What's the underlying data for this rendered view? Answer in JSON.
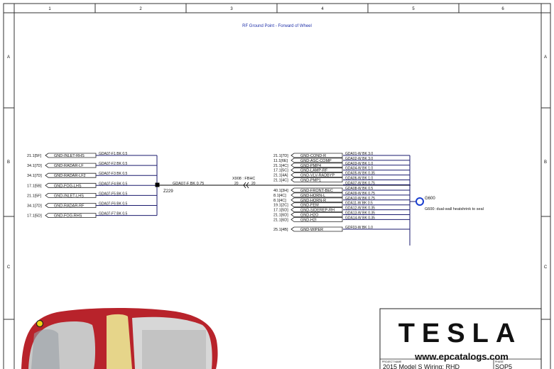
{
  "grid": {
    "columns": [
      "1",
      "2",
      "3",
      "4",
      "5",
      "6"
    ],
    "rows": [
      "A",
      "B",
      "C"
    ]
  },
  "header_note": "RF Ground Point - Forward of Wheel",
  "left_branches": [
    {
      "ref": "21.1[5F]",
      "conn": "GND-INLET-RHS",
      "wire": "GDA07-F1 BK 0.5"
    },
    {
      "ref": "34.1[7D]",
      "conn": "GND-RADAR-LF",
      "wire": "GDA07-F2 BK 0.5"
    },
    {
      "ref": "34.1[7D]",
      "conn": "GND-RADAR-LF2",
      "wire": "GDA07-F3 BK 0.5"
    },
    {
      "ref": "17.1[5B]",
      "conn": "GND-FOG-LHS",
      "wire": "GDA07-F4 BK 0.5"
    },
    {
      "ref": "21.1[5F]",
      "conn": "GND-INLET-LHS",
      "wire": "GDA07-F5 BK 0.5"
    },
    {
      "ref": "34.1[7D]",
      "conn": "GND-RADAR-RF",
      "wire": "GDA07-F6 BK 0.5"
    },
    {
      "ref": "17.1[5D]",
      "conn": "GND-FOG-RHS",
      "wire": "GDA07-F7 BK 0.5"
    }
  ],
  "splice": {
    "label": "Z229"
  },
  "trunk_wire": "GDA07-F BK 0.75",
  "inline_connector": {
    "name": "X908 : FBHC",
    "pin_left": "20",
    "pin_right": "20"
  },
  "right_branches_group1": [
    {
      "ref": "21.1[7D]",
      "conn": "GND-COND-R",
      "wire": "GDA01-W BK 3.0"
    },
    {
      "ref": "11.1[6E]",
      "conn": "GND-ASC-COMP",
      "wire": "GDA02-W BK 3.0"
    },
    {
      "ref": "21.1[4C]",
      "conn": "GND-PMP4",
      "wire": "GDA03-W BK 1.0"
    },
    {
      "ref": "17.1[5C]",
      "conn": "GND-LAMP-RF",
      "wire": "GDA04-W BK 1.0"
    },
    {
      "ref": "21.1[4A]",
      "conn": "GND-VLV-RADBYP",
      "wire": "GDA05-W BK 0.35"
    },
    {
      "ref": "21.1[4C]",
      "conn": "GND-PMP1",
      "wire": "GDA06-W BK 1.0"
    },
    {
      "ref": "",
      "conn": "",
      "wire": "GDA07-W BK 0.75"
    }
  ],
  "right_branches_group2": [
    {
      "ref": "40.1[3H]",
      "conn": "GND-FRONT-BEC",
      "wire": "GDA08-W BK 0.5"
    },
    {
      "ref": "8.1[4C]",
      "conn": "GND-HORN-L",
      "wire": "GDA09-W BK 0.75"
    },
    {
      "ref": "8.1[4C]",
      "conn": "GND-HORN-R",
      "wire": "GDA10-W BK 0.75"
    },
    {
      "ref": "19.1[2C]",
      "conn": "GND-FEM",
      "wire": "GDA11-W BK 0.5"
    },
    {
      "ref": "17.1[5D]",
      "conn": "GND-SIDEREP-RH",
      "wire": "GDA12-W BK 0.35"
    },
    {
      "ref": "21.1[6D]",
      "conn": "GND-H2O",
      "wire": "GDA13-W BK 0.35"
    },
    {
      "ref": "21.1[6D]",
      "conn": "GND-H2I",
      "wire": "GDA14-W BK 0.35"
    }
  ],
  "right_branch_single": {
    "ref": "25.1[4B]",
    "conn": "GND-WIPER",
    "wire": "GDF03-W BK 1.0"
  },
  "ground": {
    "name": "G600",
    "desc": "G600: dual-wall heatshrink to seal"
  },
  "title_block": {
    "logo": "TESLA",
    "project_label": "PROJECT NAME",
    "project": "2015 Model S Wiring: RHD",
    "phase_label": "PHASE",
    "phase": "SOP5",
    "watermark": "www.epcatalogs.com"
  },
  "colors": {
    "wire": "#1a1a6e",
    "label_blue": "#2233aa",
    "car_red": "#b8232b"
  }
}
